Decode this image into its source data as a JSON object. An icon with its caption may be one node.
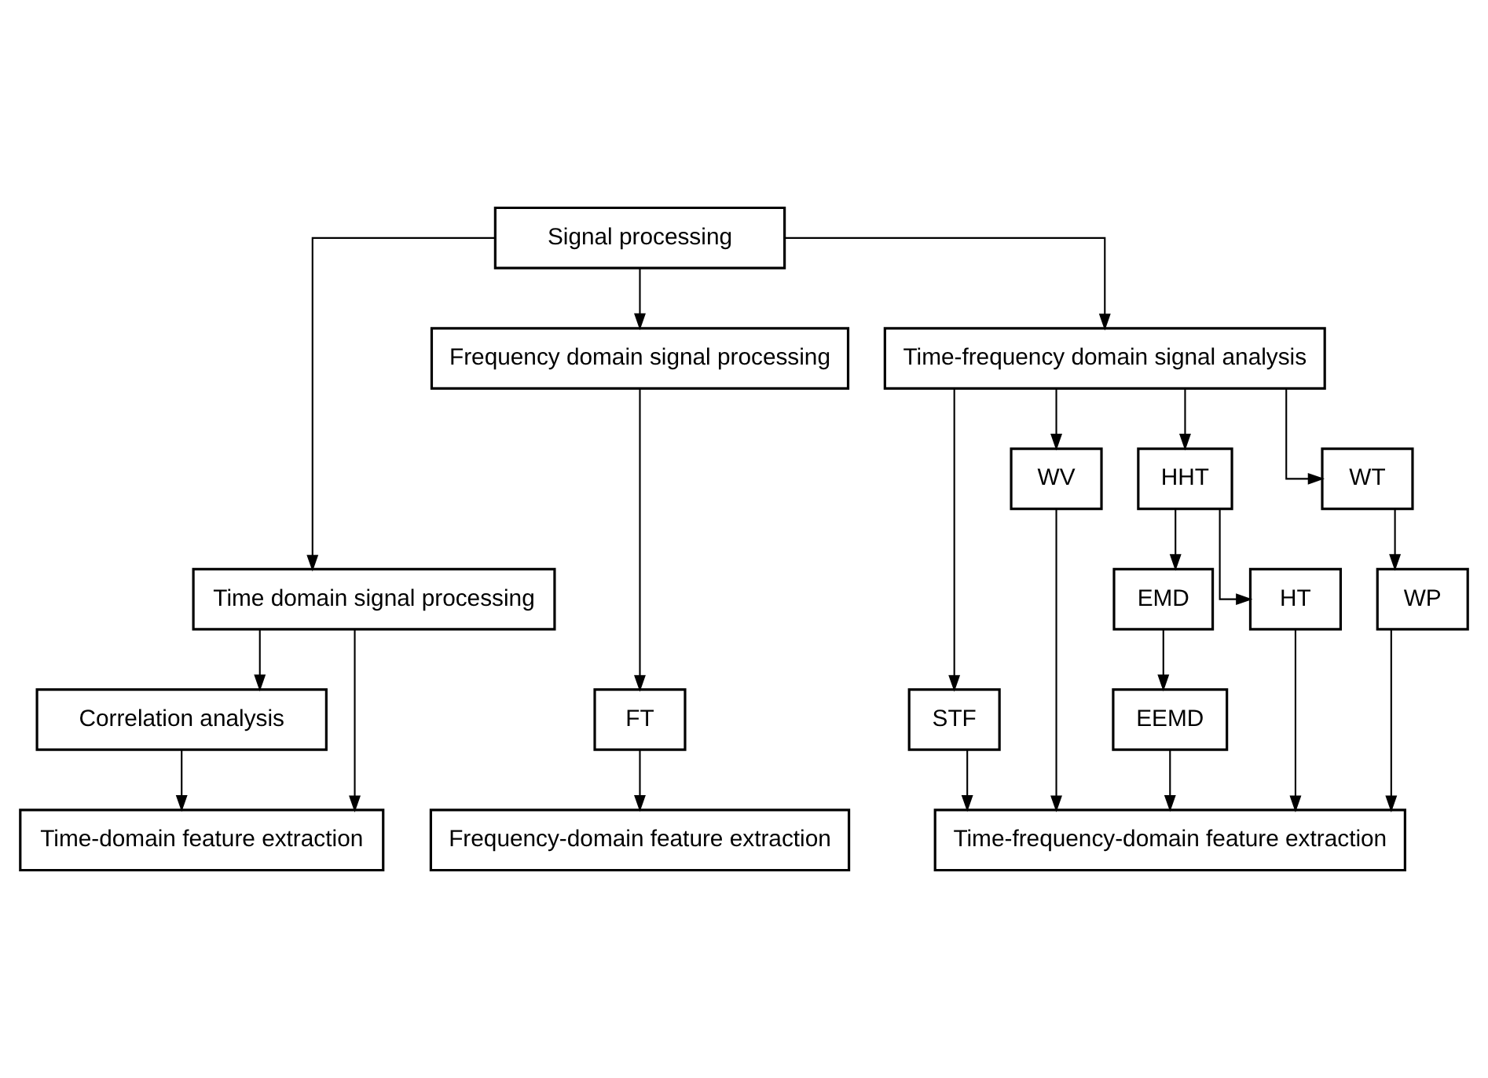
{
  "diagram": {
    "nodes": [
      {
        "text": [
          "Signal processing"
        ]
      },
      {
        "text": [
          "Time domain signal processing"
        ]
      },
      {
        "text": [
          "Frequency domain signal processing"
        ]
      },
      {
        "text": [
          "Time-frequency domain signal analysis"
        ]
      },
      {
        "text": [
          "Correlation analysis"
        ]
      },
      {
        "text": [
          "FT"
        ]
      },
      {
        "text": [
          "STF"
        ]
      },
      {
        "text": [
          "WV"
        ]
      },
      {
        "text": [
          "HHT"
        ]
      },
      {
        "text": [
          "WT"
        ]
      },
      {
        "text": [
          "EMD"
        ]
      },
      {
        "text": [
          "HT"
        ]
      },
      {
        "text": [
          "WP"
        ]
      },
      {
        "text": [
          "EEMD"
        ]
      },
      {
        "text": [
          "Time-domain feature extraction"
        ]
      },
      {
        "text": [
          "Frequency-domain feature extraction"
        ]
      },
      {
        "text": [
          "Time-frequency-domain feature extraction"
        ]
      }
    ],
    "edges": [
      {
        "from": 0,
        "to": 1,
        "arrow": "to"
      },
      {
        "from": 0,
        "to": 2,
        "arrow": "to"
      },
      {
        "from": 0,
        "to": 3,
        "arrow": "to"
      },
      {
        "from": 1,
        "to": 4,
        "arrow": "to"
      },
      {
        "from": 1,
        "to": 14,
        "arrow": "to"
      },
      {
        "from": 4,
        "to": 14,
        "arrow": "to"
      },
      {
        "from": 2,
        "to": 5,
        "arrow": "to"
      },
      {
        "from": 5,
        "to": 15,
        "arrow": "to"
      },
      {
        "from": 3,
        "to": 6,
        "arrow": "to"
      },
      {
        "from": 3,
        "to": 7,
        "arrow": "to"
      },
      {
        "from": 3,
        "to": 8,
        "arrow": "to"
      },
      {
        "from": 3,
        "to": 9,
        "arrow": "to"
      },
      {
        "from": 8,
        "to": 10,
        "arrow": "to"
      },
      {
        "from": 8,
        "to": 11,
        "arrow": "to"
      },
      {
        "from": 9,
        "to": 12,
        "arrow": "to"
      },
      {
        "from": 10,
        "to": 13,
        "arrow": "to"
      },
      {
        "from": 6,
        "to": 16,
        "arrow": "to"
      },
      {
        "from": 7,
        "to": 16,
        "arrow": "to"
      },
      {
        "from": 13,
        "to": 16,
        "arrow": "to"
      },
      {
        "from": 11,
        "to": 16,
        "arrow": "to"
      },
      {
        "from": 12,
        "to": 16,
        "arrow": "to"
      }
    ]
  }
}
